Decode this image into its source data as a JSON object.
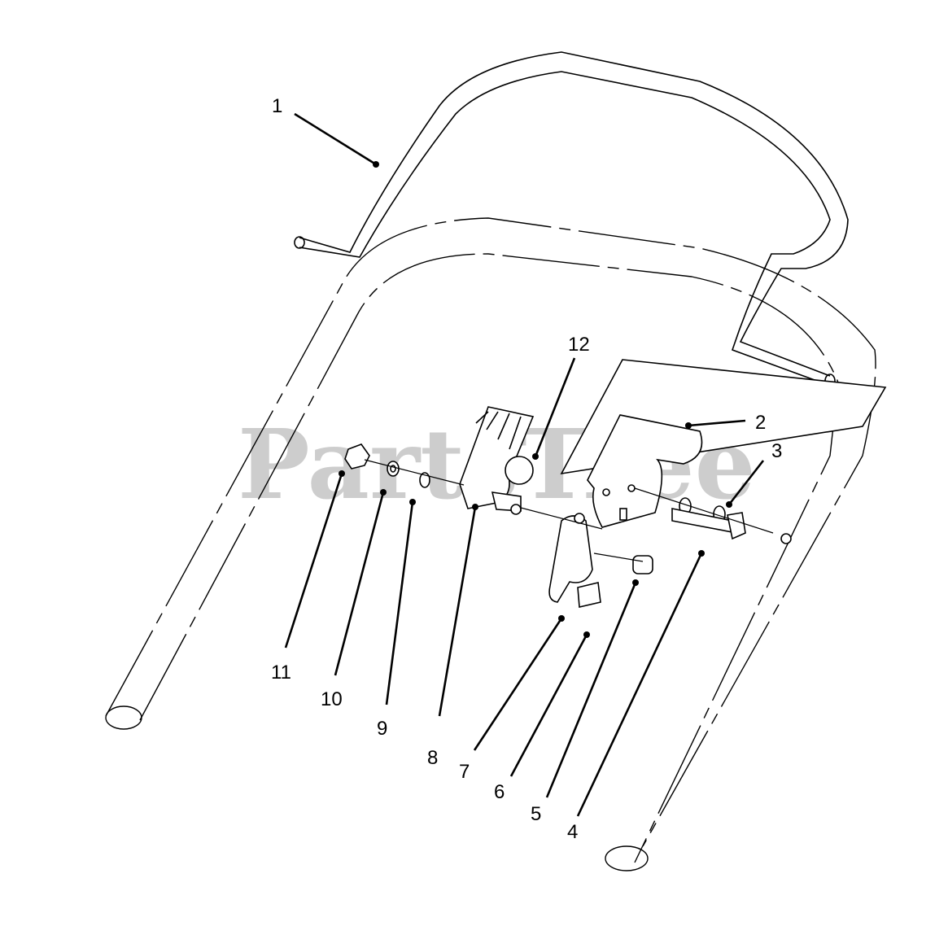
{
  "watermark": {
    "text": "PartsTree",
    "color": "#bdbdbd"
  },
  "colors": {
    "line": "#000000",
    "background": "#ffffff"
  },
  "callouts": [
    {
      "id": "1",
      "label": "1"
    },
    {
      "id": "2",
      "label": "2"
    },
    {
      "id": "3",
      "label": "3"
    },
    {
      "id": "4",
      "label": "4"
    },
    {
      "id": "5",
      "label": "5"
    },
    {
      "id": "6",
      "label": "6"
    },
    {
      "id": "7",
      "label": "7"
    },
    {
      "id": "8",
      "label": "8"
    },
    {
      "id": "9",
      "label": "9"
    },
    {
      "id": "10",
      "label": "10"
    },
    {
      "id": "11",
      "label": "11"
    },
    {
      "id": "12",
      "label": "12"
    }
  ]
}
